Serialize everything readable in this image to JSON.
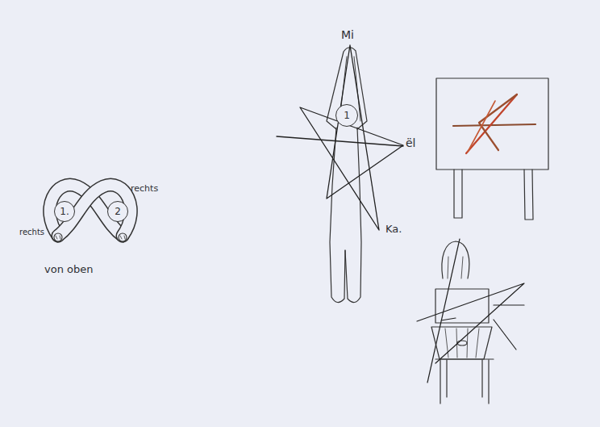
{
  "diagram": {
    "nodes": [
      {
        "text": [
          "1."
        ]
      },
      {
        "text": [
          "2"
        ]
      },
      {
        "text": [
          "1"
        ]
      }
    ],
    "labels": [
      "rechts",
      "rechts",
      "von oben",
      "Mi",
      "ël",
      "Ka."
    ]
  }
}
